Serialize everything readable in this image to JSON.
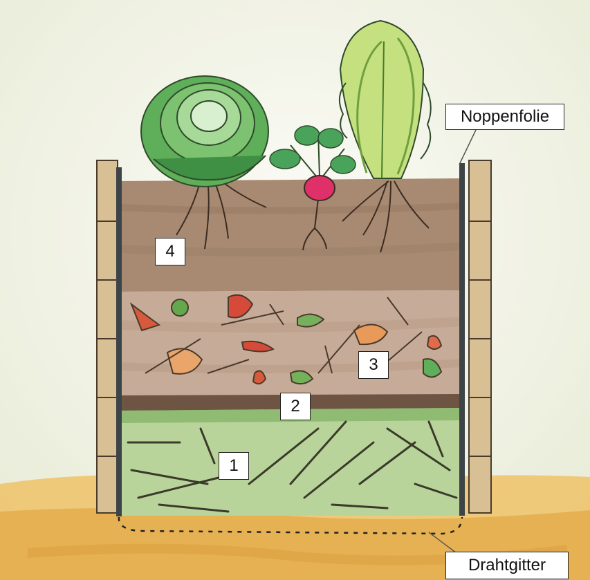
{
  "labels": {
    "noppenfolie": "Noppenfolie",
    "drahtgitter": "Drahtgitter",
    "layer_1": "1",
    "layer_2": "2",
    "layer_3": "3",
    "layer_4": "4"
  },
  "colors": {
    "background": "#f4f4ea",
    "ground": "#e8b65a",
    "soil_top": "#a88a72",
    "compost_middle": "#c6ac98",
    "dark_stripe": "#6e5543",
    "green_base": "#b9d49a",
    "wood": "#d8bf94",
    "radish": "#e0306a",
    "leaf_green": "#5fae5a"
  },
  "plants": [
    "cabbage-head",
    "radish",
    "romaine-lettuce"
  ]
}
